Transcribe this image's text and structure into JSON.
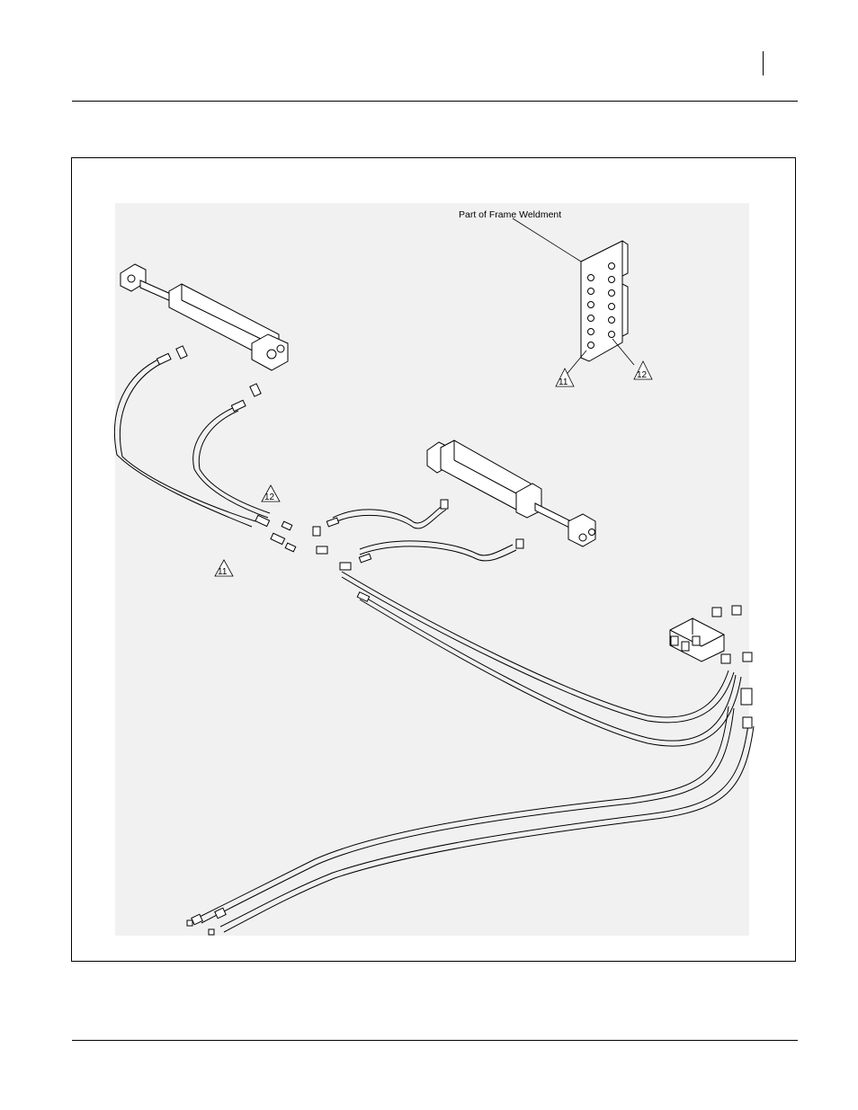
{
  "callouts": {
    "frame_weldment_label": "Part of Frame Weldment",
    "plate_item_a": "11",
    "plate_item_b": "12",
    "hose_item_12": "12",
    "hose_item_11": "11"
  },
  "colors": {
    "background_panel": "#f1f1f1",
    "line": "#000000"
  }
}
